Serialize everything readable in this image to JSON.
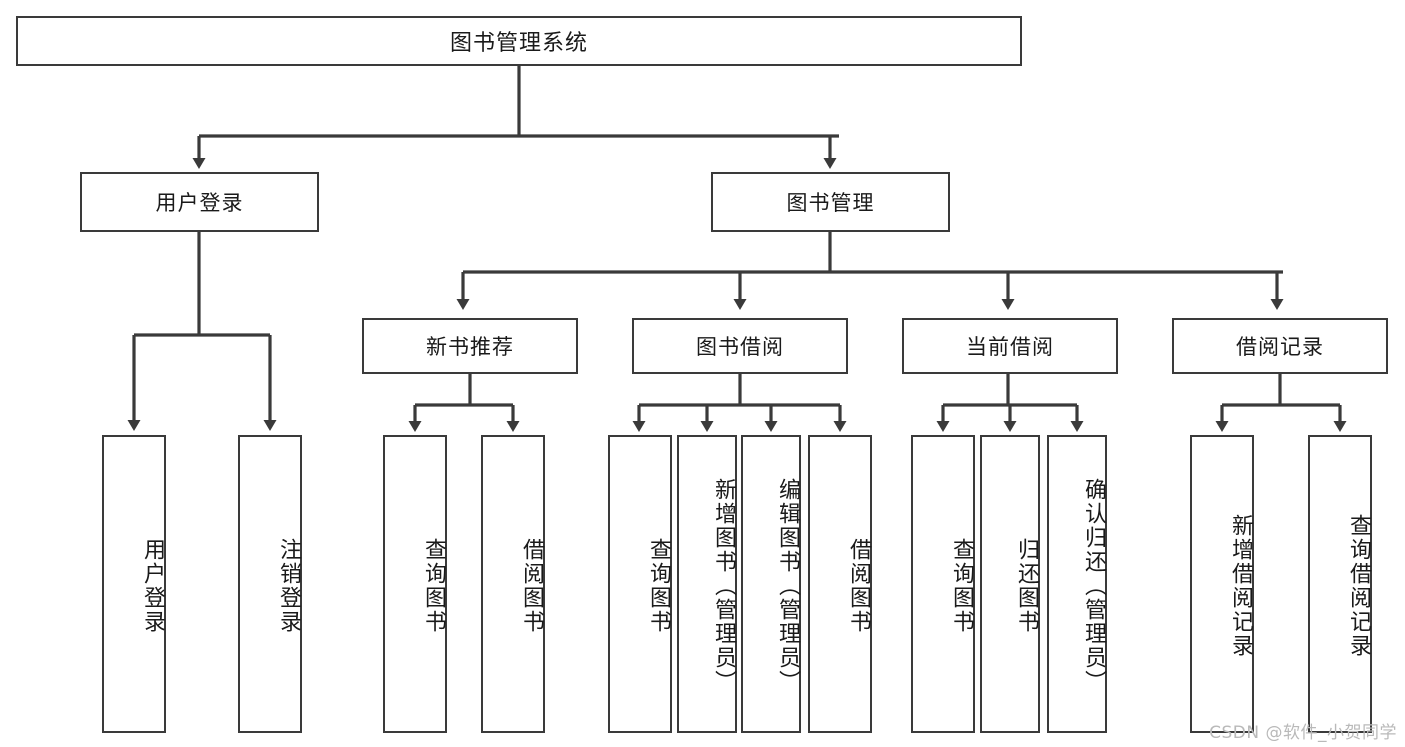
{
  "diagram": {
    "title": "图书管理系统",
    "type": "tree-hierarchy-diagram",
    "watermark": "CSDN @软件_小贺同学",
    "colors": {
      "box_border": "#3a3a3a",
      "box_fill": "#ffffff",
      "connector": "#3a3a3a",
      "text": "#1a1a1a",
      "watermark": "#b9b9b9"
    },
    "root": {
      "label": "图书管理系统"
    },
    "level1": [
      {
        "id": "user-login",
        "label": "用户登录"
      },
      {
        "id": "book-management",
        "label": "图书管理"
      }
    ],
    "level2": [
      {
        "id": "new-book-recommend",
        "label": "新书推荐",
        "parent": "book-management"
      },
      {
        "id": "book-borrow",
        "label": "图书借阅",
        "parent": "book-management"
      },
      {
        "id": "current-borrow",
        "label": "当前借阅",
        "parent": "book-management"
      },
      {
        "id": "borrow-record",
        "label": "借阅记录",
        "parent": "book-management"
      }
    ],
    "leaves": [
      {
        "id": "leaf-user-login",
        "label": "用户登录",
        "parent": "user-login"
      },
      {
        "id": "leaf-user-logout",
        "label": "注销登录",
        "parent": "user-login"
      },
      {
        "id": "leaf-query-book-1",
        "label": "查询图书",
        "parent": "new-book-recommend"
      },
      {
        "id": "leaf-borrow-book-1",
        "label": "借阅图书",
        "parent": "new-book-recommend"
      },
      {
        "id": "leaf-query-book-2",
        "label": "查询图书",
        "parent": "book-borrow"
      },
      {
        "id": "leaf-add-book",
        "label": "新增图书（管理员）",
        "parent": "book-borrow"
      },
      {
        "id": "leaf-edit-book",
        "label": "编辑图书（管理员）",
        "parent": "book-borrow"
      },
      {
        "id": "leaf-borrow-book-2",
        "label": "借阅图书",
        "parent": "book-borrow"
      },
      {
        "id": "leaf-query-book-3",
        "label": "查询图书",
        "parent": "current-borrow"
      },
      {
        "id": "leaf-return-book",
        "label": "归还图书",
        "parent": "current-borrow"
      },
      {
        "id": "leaf-confirm-return",
        "label": "确认归还（管理员）",
        "parent": "current-borrow"
      },
      {
        "id": "leaf-add-borrow-record",
        "label": "新增借阅记录",
        "parent": "borrow-record"
      },
      {
        "id": "leaf-query-borrow-record",
        "label": "查询借阅记录",
        "parent": "borrow-record"
      }
    ]
  }
}
